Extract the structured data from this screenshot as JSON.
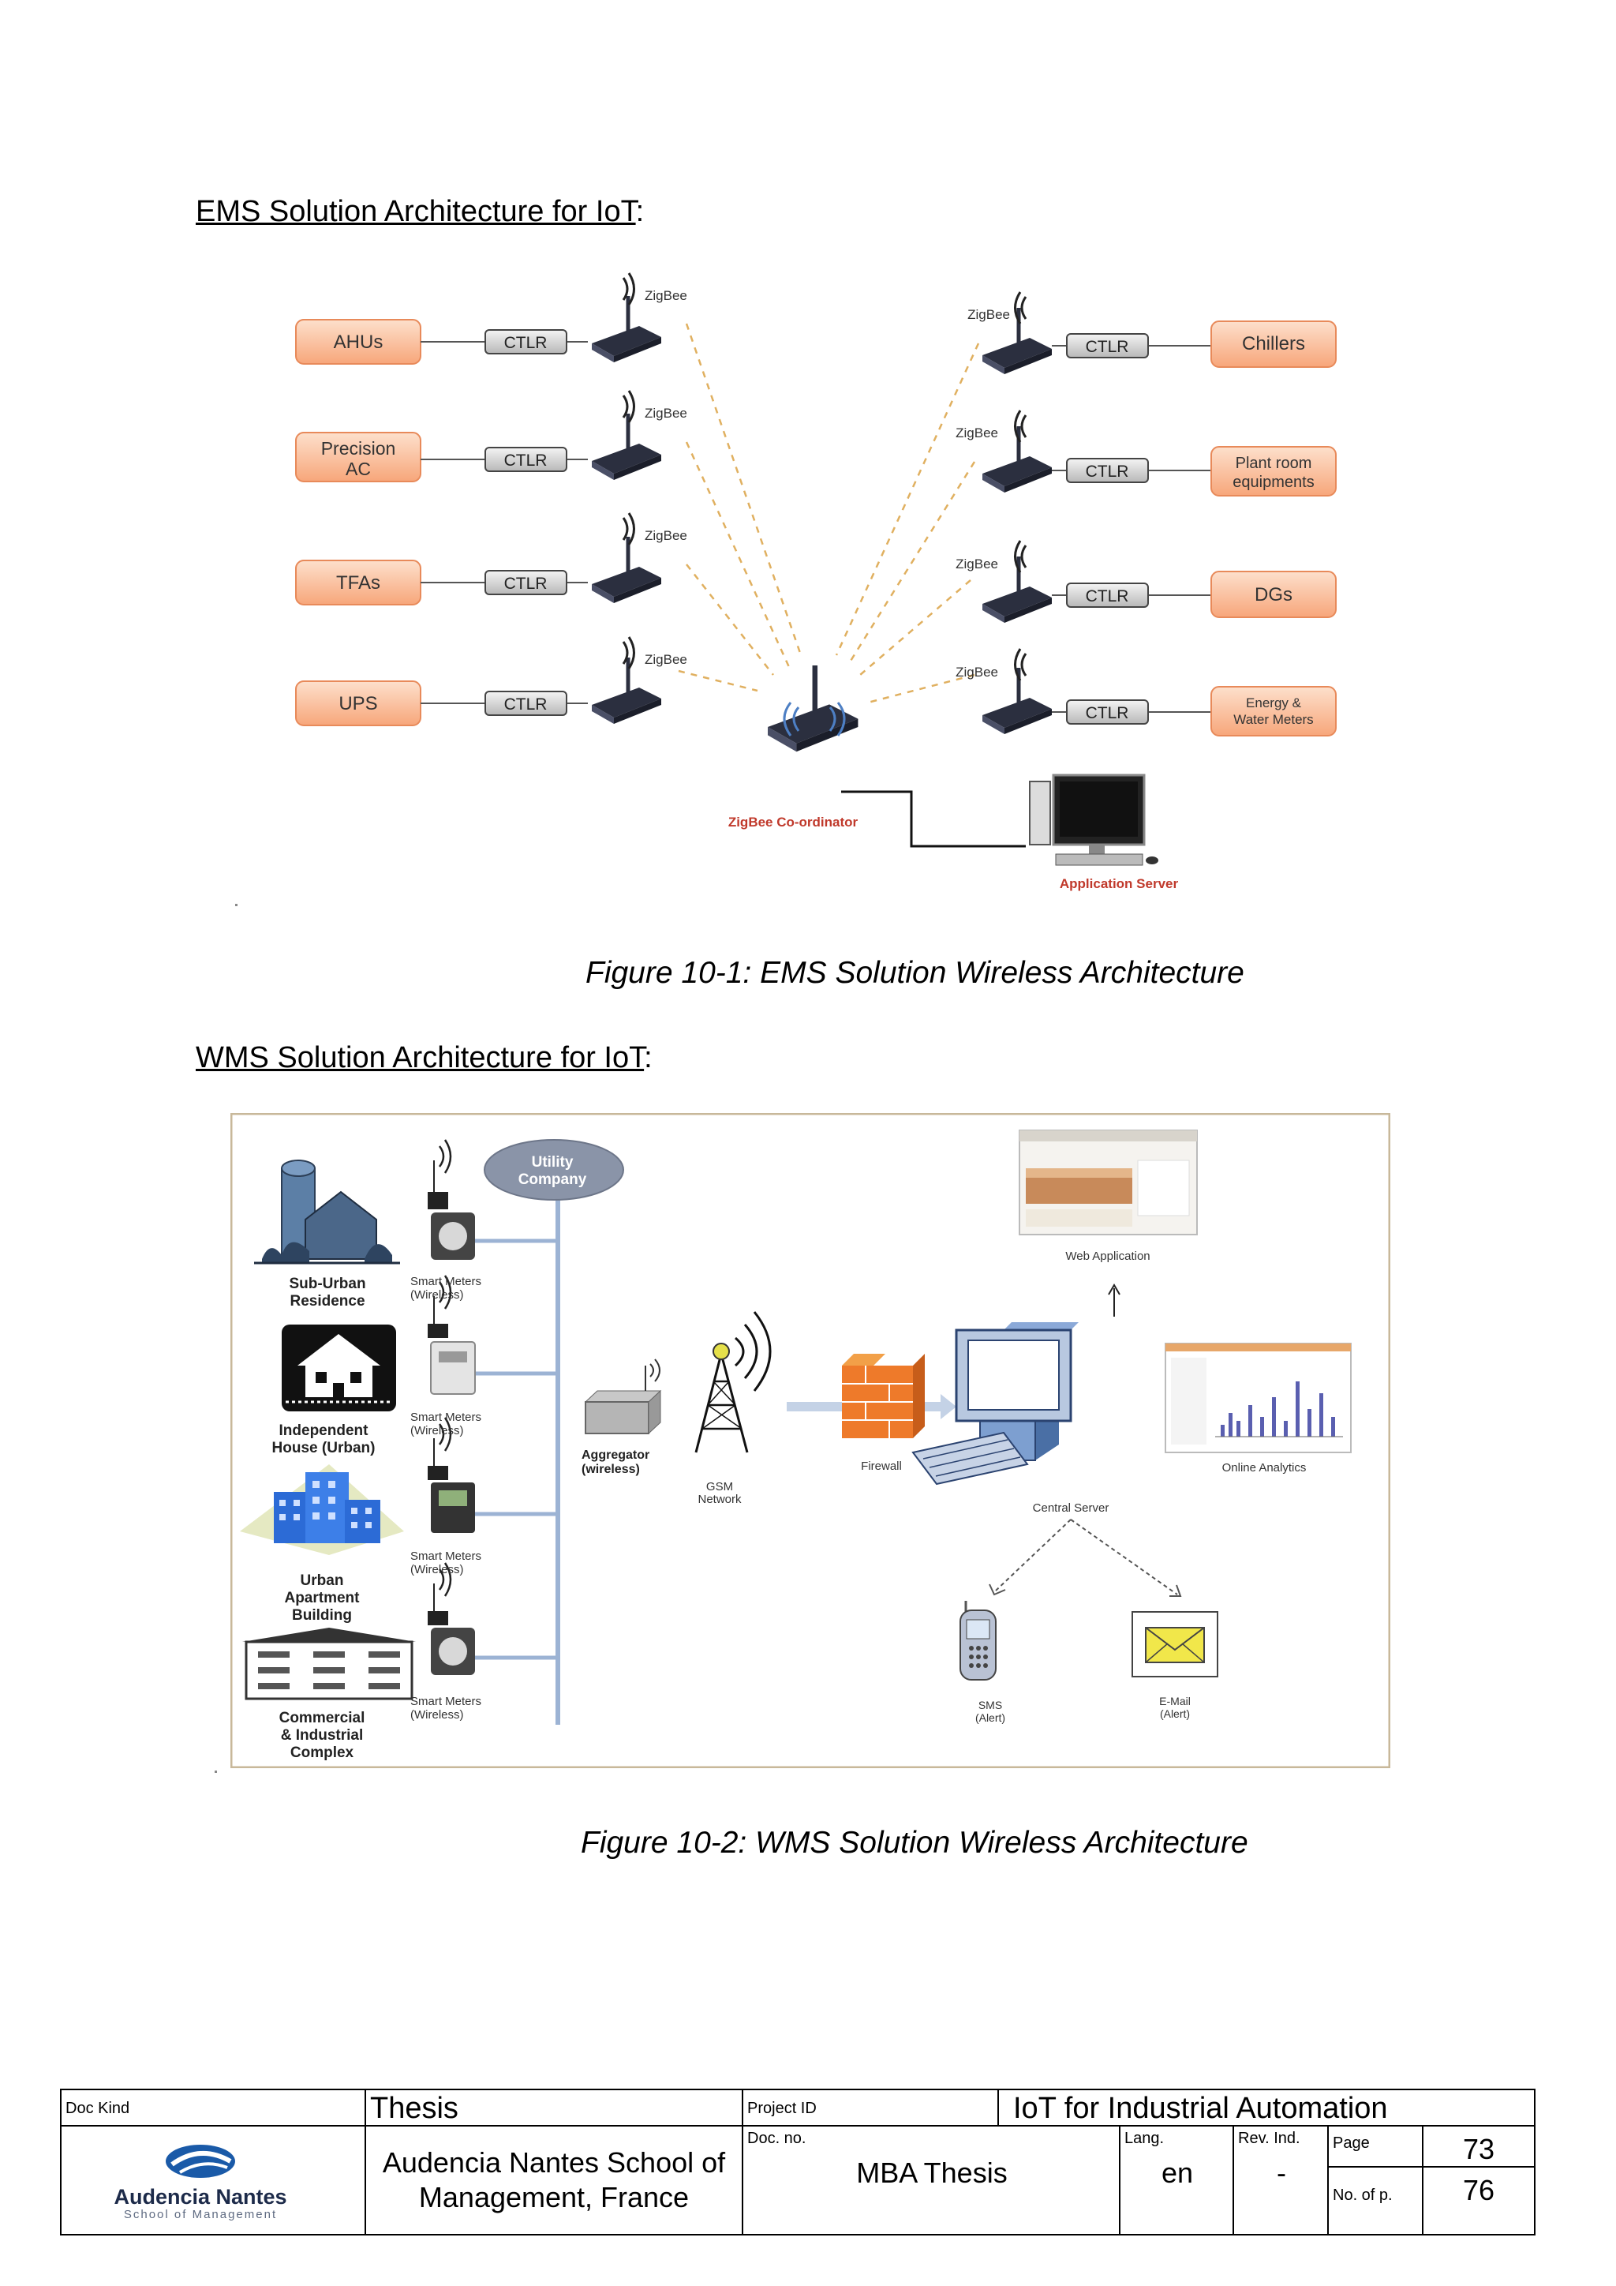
{
  "sections": {
    "ems_heading": "EMS Solution Architecture for IoT",
    "ems_caption": "Figure 10-1: EMS Solution Wireless Architecture",
    "wms_heading": "WMS Solution Architecture for IoT",
    "wms_caption": "Figure 10-2: WMS Solution Wireless Architecture",
    "colon": ":"
  },
  "ems": {
    "left_devices": [
      {
        "label1": "AHUs",
        "label2": ""
      },
      {
        "label1": "Precision",
        "label2": "AC"
      },
      {
        "label1": "TFAs",
        "label2": ""
      },
      {
        "label1": "UPS",
        "label2": ""
      }
    ],
    "right_devices": [
      {
        "label1": "Chillers",
        "label2": ""
      },
      {
        "label1": "Plant room",
        "label2": "equipments"
      },
      {
        "label1": "DGs",
        "label2": ""
      },
      {
        "label1": "Energy &",
        "label2": "Water Meters"
      }
    ],
    "controller_label": "CTLR",
    "wireless_label": "ZigBee",
    "coordinator_label": "ZigBee Co-ordinator",
    "server_label": "Application Server"
  },
  "wms": {
    "utility_line1": "Utility",
    "utility_line2": "Company",
    "sites": [
      {
        "line1": "Sub-Urban",
        "line2": "Residence",
        "line3": ""
      },
      {
        "line1": "Independent",
        "line2": "House (Urban)",
        "line3": ""
      },
      {
        "line1": "Urban",
        "line2": "Apartment",
        "line3": "Building"
      },
      {
        "line1": "Commercial",
        "line2": "& Industrial",
        "line3": "Complex"
      }
    ],
    "meter_line1": "Smart Meters",
    "meter_line2": "(Wireless)",
    "aggregator_line1": "Aggregator",
    "aggregator_line2": "(wireless)",
    "gsm_line1": "GSM",
    "gsm_line2": "Network",
    "firewall": "Firewall",
    "central_server": "Central Server",
    "web_app": "Web Application",
    "online_analytics": "Online Analytics",
    "sms_line1": "SMS",
    "sms_line2": "(Alert)",
    "email_line1": "E-Mail",
    "email_line2": "(Alert)"
  },
  "footer": {
    "doc_kind_label": "Doc Kind",
    "doc_kind": "Thesis",
    "project_id_label": "Project ID",
    "project_id": "IoT for Industrial Automation",
    "logo_name": "Audencia Nantes",
    "logo_sub": "School of Management",
    "org_line1": "Audencia Nantes School of",
    "org_line2": "Management, France",
    "doc_no_label": "Doc. no.",
    "doc_no": "MBA Thesis",
    "lang_label": "Lang.",
    "lang": "en",
    "rev_label": "Rev. Ind.",
    "rev": "-",
    "page_label": "Page",
    "page": "73",
    "pages_label": "No. of p.",
    "pages": "76"
  }
}
